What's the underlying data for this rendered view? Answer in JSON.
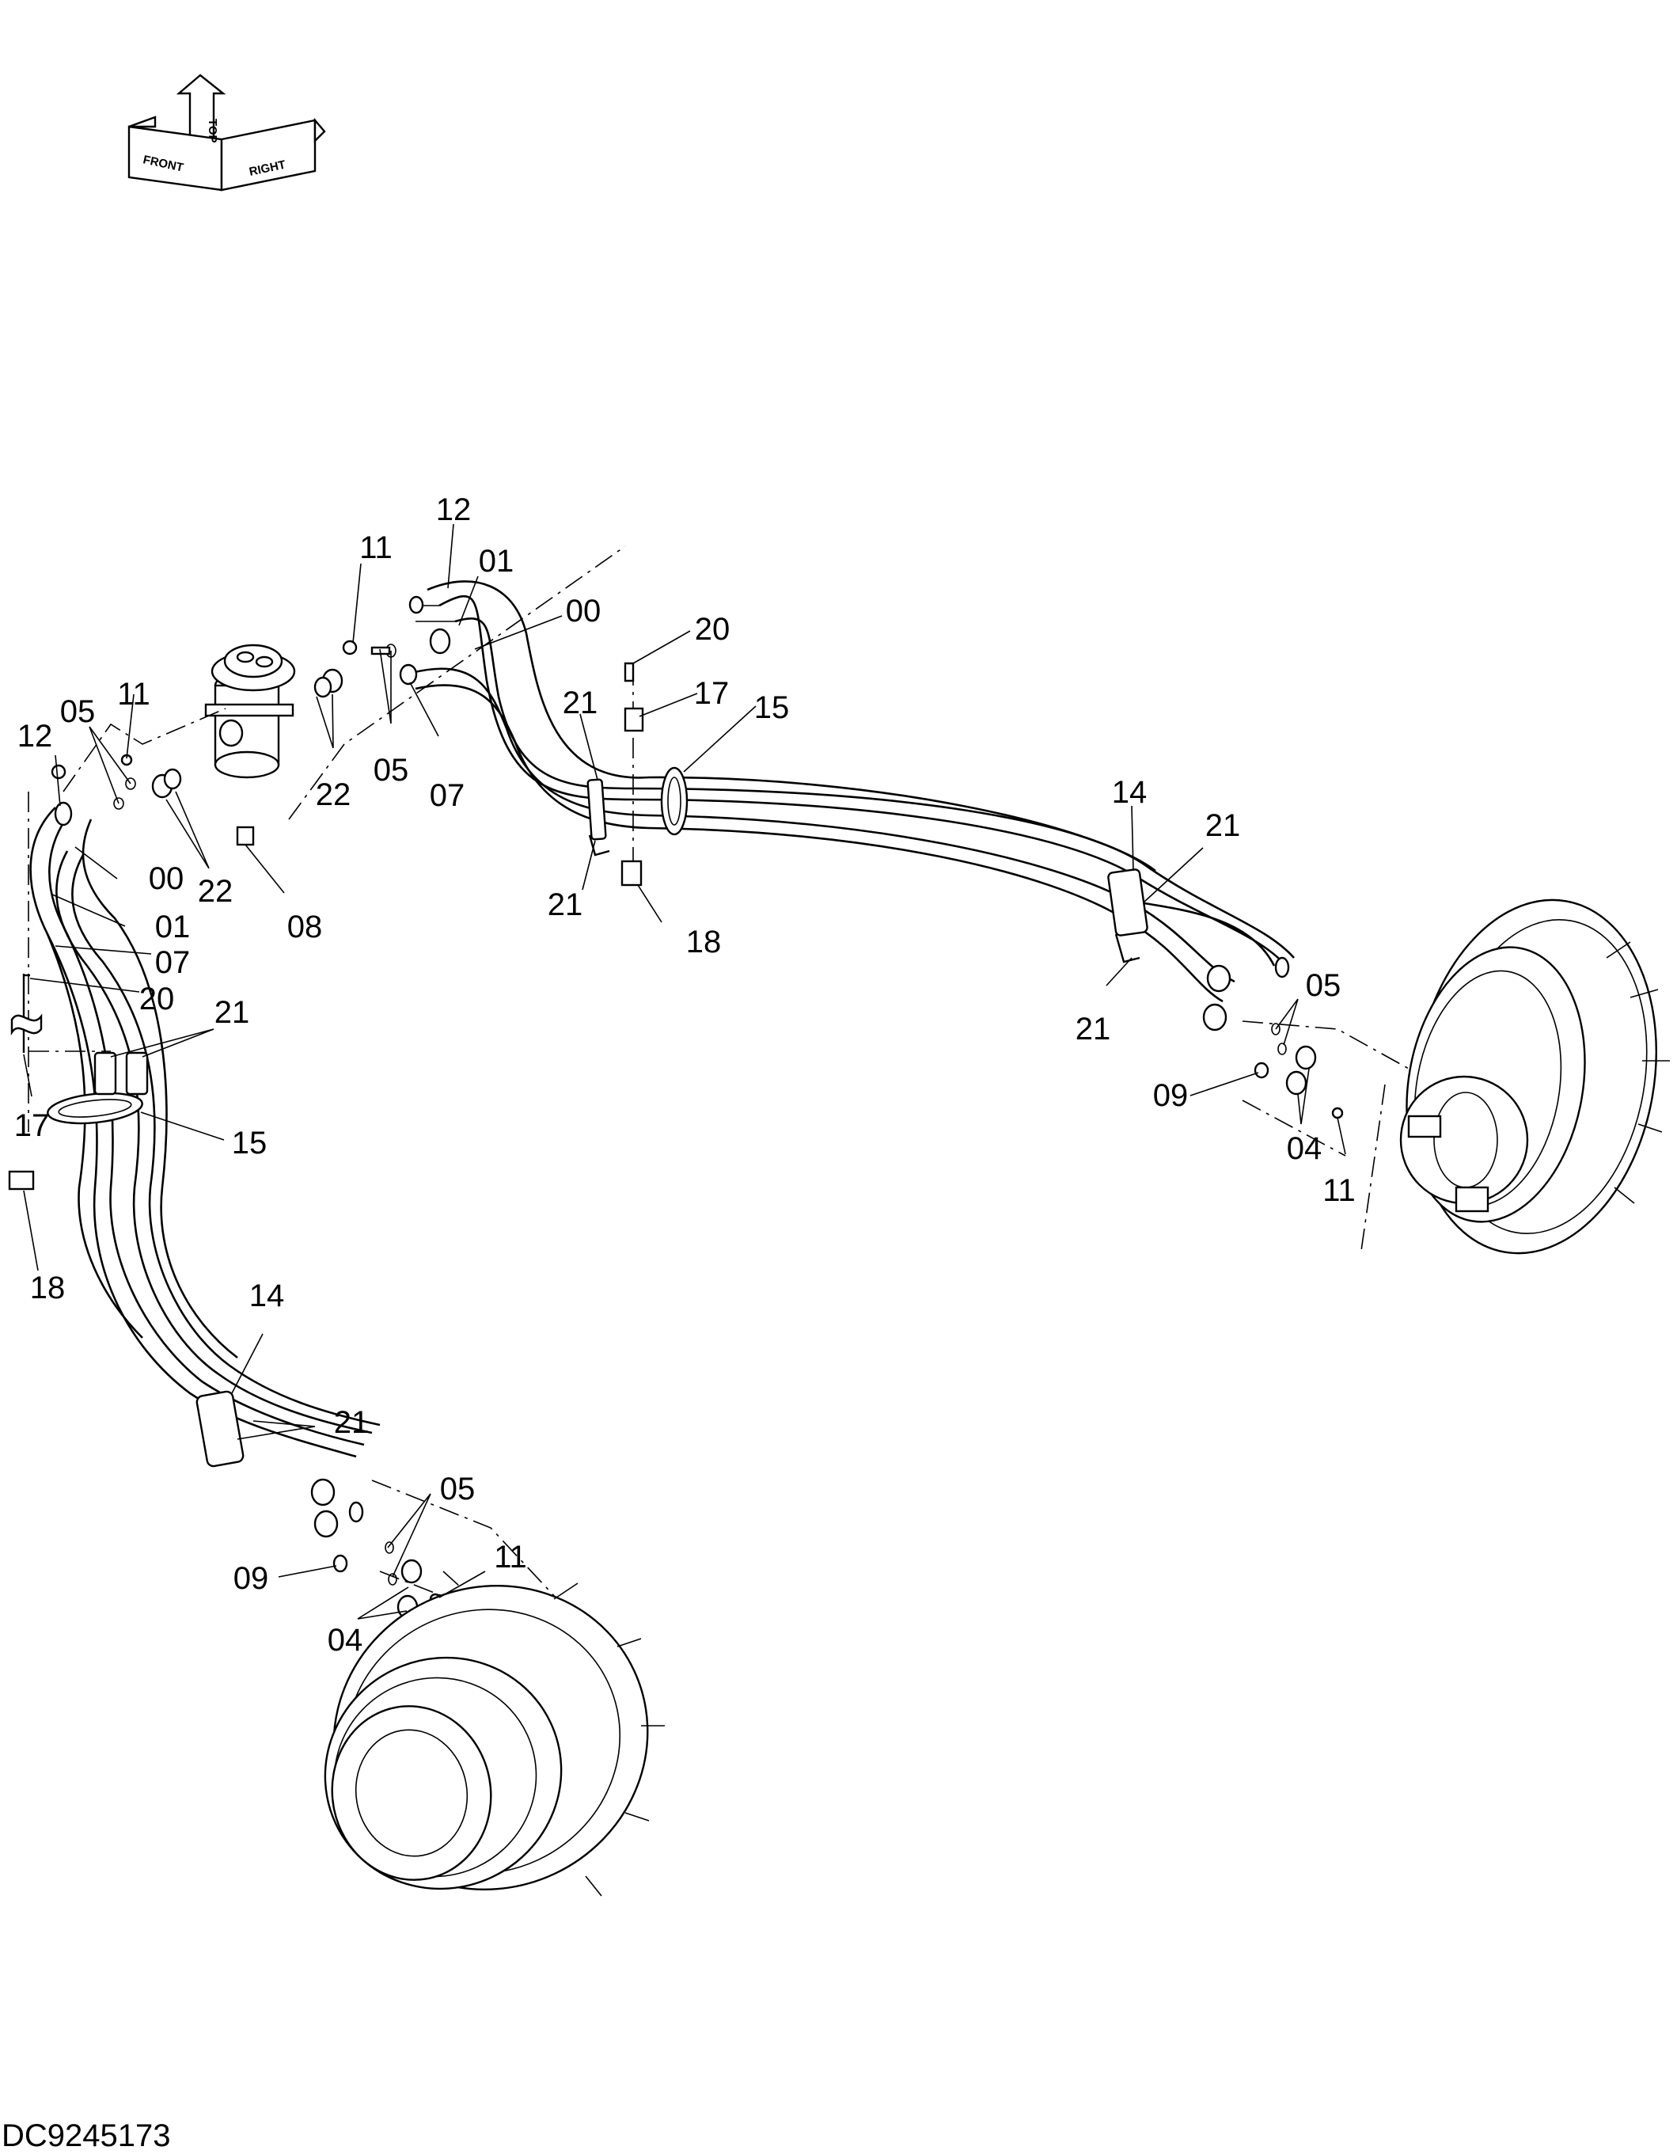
{
  "orientation_indicator": {
    "top_label": "TOP",
    "front_label": "FRONT",
    "right_label": "RIGHT"
  },
  "drawing_code": "DC9245173",
  "callouts": [
    {
      "id": "c-12-a",
      "text": "12"
    },
    {
      "id": "c-01-a",
      "text": "01"
    },
    {
      "id": "c-11-a",
      "text": "11"
    },
    {
      "id": "c-00-a",
      "text": "00"
    },
    {
      "id": "c-20-a",
      "text": "20"
    },
    {
      "id": "c-17-a",
      "text": "17"
    },
    {
      "id": "c-21-a",
      "text": "21"
    },
    {
      "id": "c-15-a",
      "text": "15"
    },
    {
      "id": "c-05-a",
      "text": "05"
    },
    {
      "id": "c-11-b",
      "text": "11"
    },
    {
      "id": "c-12-b",
      "text": "12"
    },
    {
      "id": "c-05-b",
      "text": "05"
    },
    {
      "id": "c-22-a",
      "text": "22"
    },
    {
      "id": "c-07-a",
      "text": "07"
    },
    {
      "id": "c-00-b",
      "text": "00"
    },
    {
      "id": "c-22-b",
      "text": "22"
    },
    {
      "id": "c-01-b",
      "text": "01"
    },
    {
      "id": "c-21-b",
      "text": "21"
    },
    {
      "id": "c-08-a",
      "text": "08"
    },
    {
      "id": "c-18-a",
      "text": "18"
    },
    {
      "id": "c-07-b",
      "text": "07"
    },
    {
      "id": "c-20-b",
      "text": "20"
    },
    {
      "id": "c-21-c",
      "text": "21"
    },
    {
      "id": "c-17-b",
      "text": "17"
    },
    {
      "id": "c-15-b",
      "text": "15"
    },
    {
      "id": "c-18-b",
      "text": "18"
    },
    {
      "id": "c-14-a",
      "text": "14"
    },
    {
      "id": "c-21-d",
      "text": "21"
    },
    {
      "id": "c-21-e",
      "text": "21"
    },
    {
      "id": "c-05-c",
      "text": "05"
    },
    {
      "id": "c-09-a",
      "text": "09"
    },
    {
      "id": "c-04-a",
      "text": "04"
    },
    {
      "id": "c-11-c",
      "text": "11"
    },
    {
      "id": "c-14-b",
      "text": "14"
    },
    {
      "id": "c-21-f",
      "text": "21"
    },
    {
      "id": "c-05-d",
      "text": "05"
    },
    {
      "id": "c-11-d",
      "text": "11"
    },
    {
      "id": "c-09-b",
      "text": "09"
    },
    {
      "id": "c-04-b",
      "text": "04"
    }
  ]
}
